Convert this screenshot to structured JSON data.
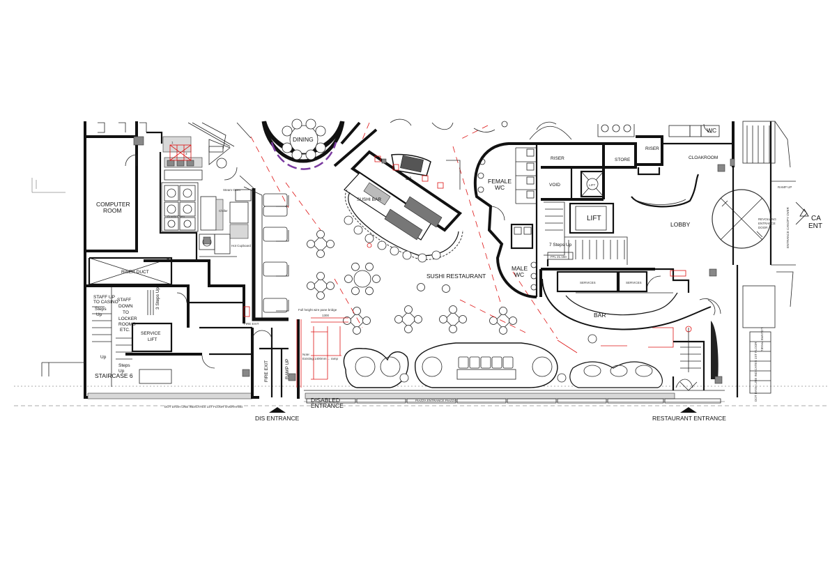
{
  "labels": {
    "dining": "DINING",
    "computer_room": "COMPUTER ROOM",
    "riser_duct": "RISER DUCT",
    "staff_up": "STAFF UP TO CASINO",
    "staff_down": "STAFF DOWN TO LOCKER ROOMS ETC.",
    "steps_up_1": "Steps Up",
    "steps_up_2": "Steps Up",
    "three_steps_up": "3 Steps Up",
    "service_lift": "SERVICE LIFT",
    "staircase": "STAIRCASE 6",
    "sushi_bar": "SUSHI BAR",
    "dj": "DJ",
    "sushi_restaurant": "SUSHI RESTAURANT",
    "female_wc": "FEMALE WC",
    "male_wc": "MALE WC",
    "riser_1": "RISER",
    "riser_2": "RISER",
    "store": "STORE",
    "cloakroom": "CLOAKROOM",
    "void": "VOID",
    "lift": "LIFT",
    "seven_steps_up": "7 Steps Up",
    "ffl": "FFL 21.150",
    "lobby": "LOBBY",
    "revolving_door": "REVOLVING ENTRANCE DOOR",
    "entrance_canopy": "ENTRANCE CANOPY OVER",
    "ramp_up_right": "RAMP UP",
    "services_1": "SERVICES",
    "services_2": "SERVICES",
    "bar": "BAR",
    "fire_exit_1": "FIRE EXIT",
    "fire_exit_2": "FIRE EXIT",
    "ramp_up": "RAMP UP",
    "disabled_entrance": "DISABLED ENTRANCE",
    "dis_entrance": "DIS ENTRANCE",
    "restaurant_entrance": "RESTAURANT ENTRANCE",
    "wc_top": "WC",
    "edge_1": "CA",
    "edge_2": "ENT"
  }
}
